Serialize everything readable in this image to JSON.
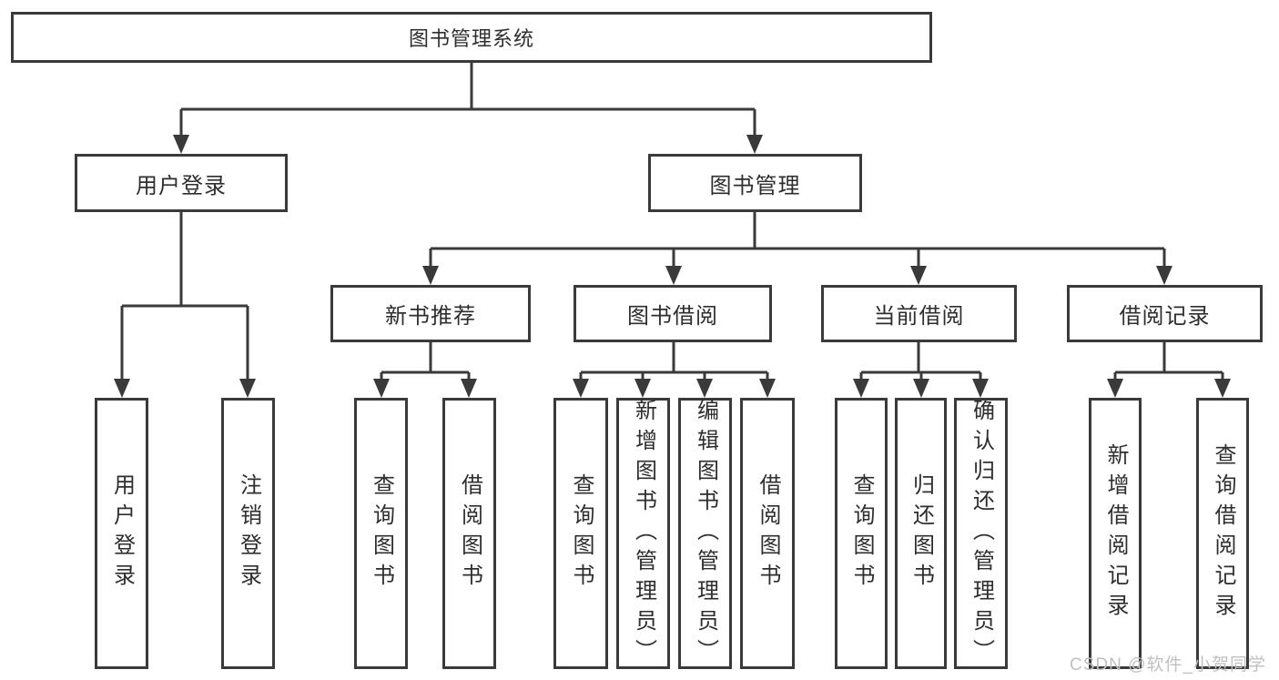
{
  "diagram": {
    "colors": {
      "line": "#3a3a3a",
      "text": "#2e2e2e",
      "background": "#ffffff",
      "watermark": "#c0c0c0"
    },
    "nodes": {
      "root": {
        "label": "图书管理系统"
      },
      "user_login": {
        "label": "用户登录"
      },
      "book_mgmt": {
        "label": "图书管理"
      },
      "new_book_rec": {
        "label": "新书推荐"
      },
      "book_borrow": {
        "label": "图书借阅"
      },
      "current_borrow": {
        "label": "当前借阅"
      },
      "borrow_records": {
        "label": "借阅记录"
      },
      "leaf_login": {
        "label": "用户登录"
      },
      "leaf_logout": {
        "label": "注销登录"
      },
      "leaf_rec_query": {
        "label": "查询图书"
      },
      "leaf_rec_borrow": {
        "label": "借阅图书"
      },
      "leaf_bor_query": {
        "label": "查询图书"
      },
      "leaf_bor_add": {
        "label": "新增图书（管理员）"
      },
      "leaf_bor_edit": {
        "label": "编辑图书（管理员）"
      },
      "leaf_bor_borrow": {
        "label": "借阅图书"
      },
      "leaf_cur_query": {
        "label": "查询图书"
      },
      "leaf_cur_return": {
        "label": "归还图书"
      },
      "leaf_cur_confirm": {
        "label": "确认归还（管理员）"
      },
      "leaf_hist_add": {
        "label": "新增借阅记录"
      },
      "leaf_hist_query": {
        "label": "查询借阅记录"
      }
    },
    "watermark": "CSDN @软件_小贺同学"
  }
}
